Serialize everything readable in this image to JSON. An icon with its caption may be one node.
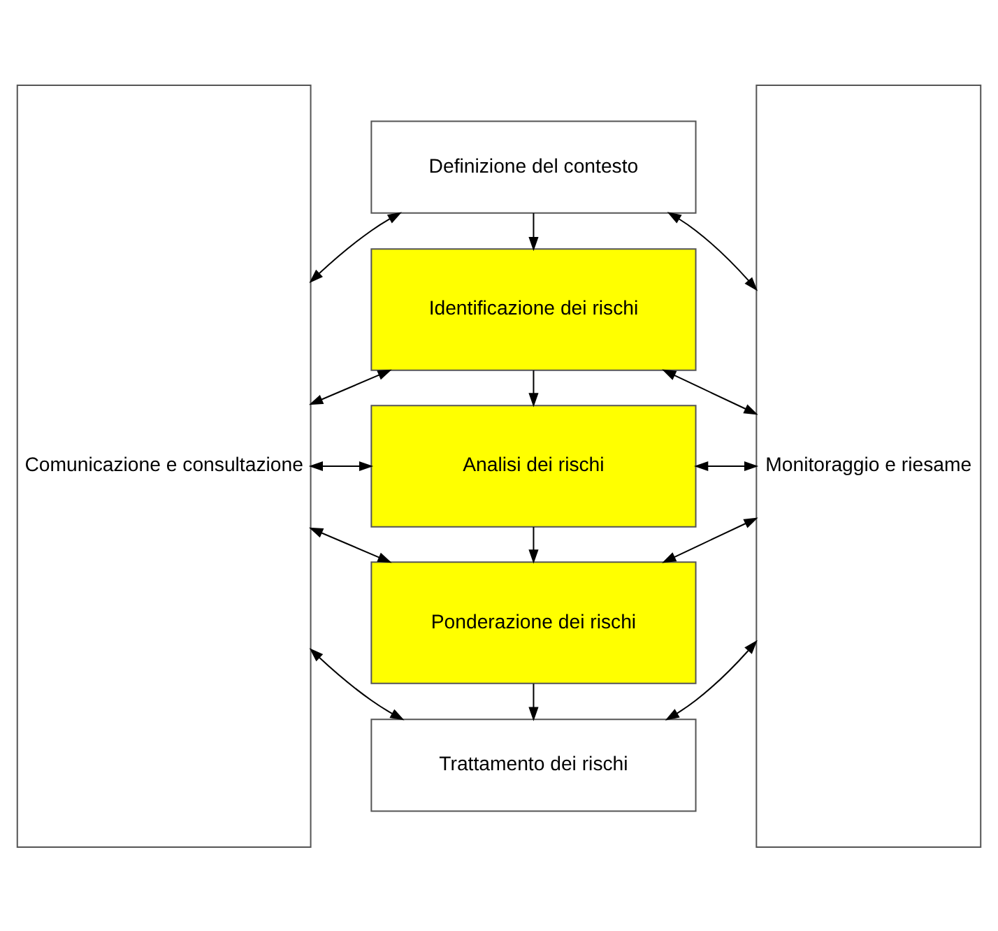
{
  "diagram": {
    "nodes": [
      {
        "text": [
          "Comunicazione e consultazione"
        ]
      },
      {
        "text": [
          "Definizione del contesto"
        ]
      },
      {
        "text": [
          "Identificazione dei rischi"
        ]
      },
      {
        "text": [
          "Analisi dei rischi"
        ]
      },
      {
        "text": [
          "Ponderazione dei rischi"
        ]
      },
      {
        "text": [
          "Trattamento dei rischi"
        ]
      },
      {
        "text": [
          "Monitoraggio e riesame"
        ]
      }
    ],
    "edges": [
      {
        "from": 0,
        "to": 1,
        "arrow": "both"
      },
      {
        "from": 1,
        "to": 6,
        "arrow": "both"
      },
      {
        "from": 1,
        "to": 2,
        "arrow": "to"
      },
      {
        "from": 0,
        "to": 2,
        "arrow": "both"
      },
      {
        "from": 2,
        "to": 6,
        "arrow": "both"
      },
      {
        "from": 2,
        "to": 3,
        "arrow": "to"
      },
      {
        "from": 0,
        "to": 3,
        "arrow": "both"
      },
      {
        "from": 3,
        "to": 6,
        "arrow": "both"
      },
      {
        "from": 3,
        "to": 4,
        "arrow": "to"
      },
      {
        "from": 0,
        "to": 4,
        "arrow": "both"
      },
      {
        "from": 4,
        "to": 6,
        "arrow": "both"
      },
      {
        "from": 4,
        "to": 5,
        "arrow": "to"
      },
      {
        "from": 0,
        "to": 5,
        "arrow": "both"
      },
      {
        "from": 5,
        "to": 6,
        "arrow": "both"
      }
    ]
  }
}
